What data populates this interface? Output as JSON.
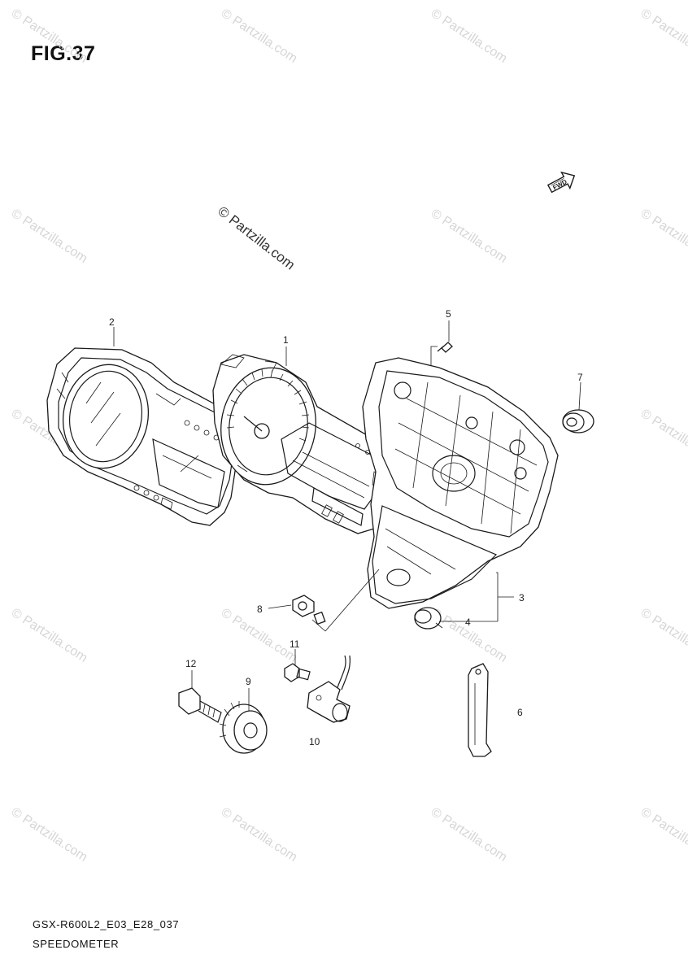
{
  "figure": {
    "title": "FIG.37"
  },
  "copyright": {
    "text": "© Partzilla.com"
  },
  "watermark": {
    "text": "© Partzilla.com"
  },
  "fwd_badge": {
    "text": "FWD"
  },
  "callouts": {
    "c1": "1",
    "c2": "2",
    "c3": "3",
    "c4": "4",
    "c5": "5",
    "c6": "6",
    "c7": "7",
    "c8": "8",
    "c9": "9",
    "c10": "10",
    "c11": "11",
    "c12": "12"
  },
  "footer": {
    "code": "GSX-R600L2_E03_E28_037",
    "name": "SPEEDOMETER"
  },
  "colors": {
    "ink": "#1a1a1a",
    "watermark": "#d6d6d6",
    "background": "#ffffff"
  }
}
